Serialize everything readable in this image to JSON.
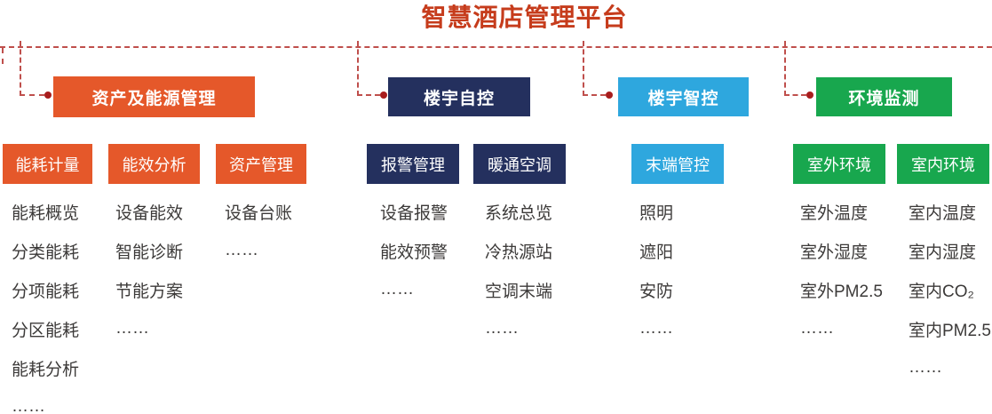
{
  "title": "智慧酒店管理平台",
  "colors": {
    "title": "#c63c1c",
    "orange": "#e5582a",
    "navy": "#24305e",
    "blue": "#2ea7de",
    "green": "#18a74e",
    "connector": "#bf4f4c",
    "dot": "#a81d1d",
    "text": "#3c3a39"
  },
  "groups": [
    {
      "name": "资产及能源管理",
      "subs": [
        {
          "name": "能耗计量",
          "items": [
            "能耗概览",
            "分类能耗",
            "分项能耗",
            "分区能耗",
            "能耗分析",
            "……"
          ]
        },
        {
          "name": "能效分析",
          "items": [
            "设备能效",
            "智能诊断",
            "节能方案",
            "……"
          ]
        },
        {
          "name": "资产管理",
          "items": [
            "设备台账",
            "……"
          ]
        }
      ]
    },
    {
      "name": "楼宇自控",
      "subs": [
        {
          "name": "报警管理",
          "items": [
            "设备报警",
            "能效预警",
            "……"
          ]
        },
        {
          "name": "暖通空调",
          "items": [
            "系统总览",
            "冷热源站",
            "空调末端",
            "……"
          ]
        }
      ]
    },
    {
      "name": "楼宇智控",
      "subs": [
        {
          "name": "末端管控",
          "items": [
            "照明",
            "遮阳",
            "安防",
            "……"
          ]
        }
      ]
    },
    {
      "name": "环境监测",
      "subs": [
        {
          "name": "室外环境",
          "items": [
            "室外温度",
            "室外湿度",
            "室外PM2.5",
            "……"
          ]
        },
        {
          "name": "室内环境",
          "items": [
            "室内温度",
            "室内湿度",
            "室内CO₂",
            "室内PM2.5",
            "……"
          ]
        }
      ]
    }
  ]
}
